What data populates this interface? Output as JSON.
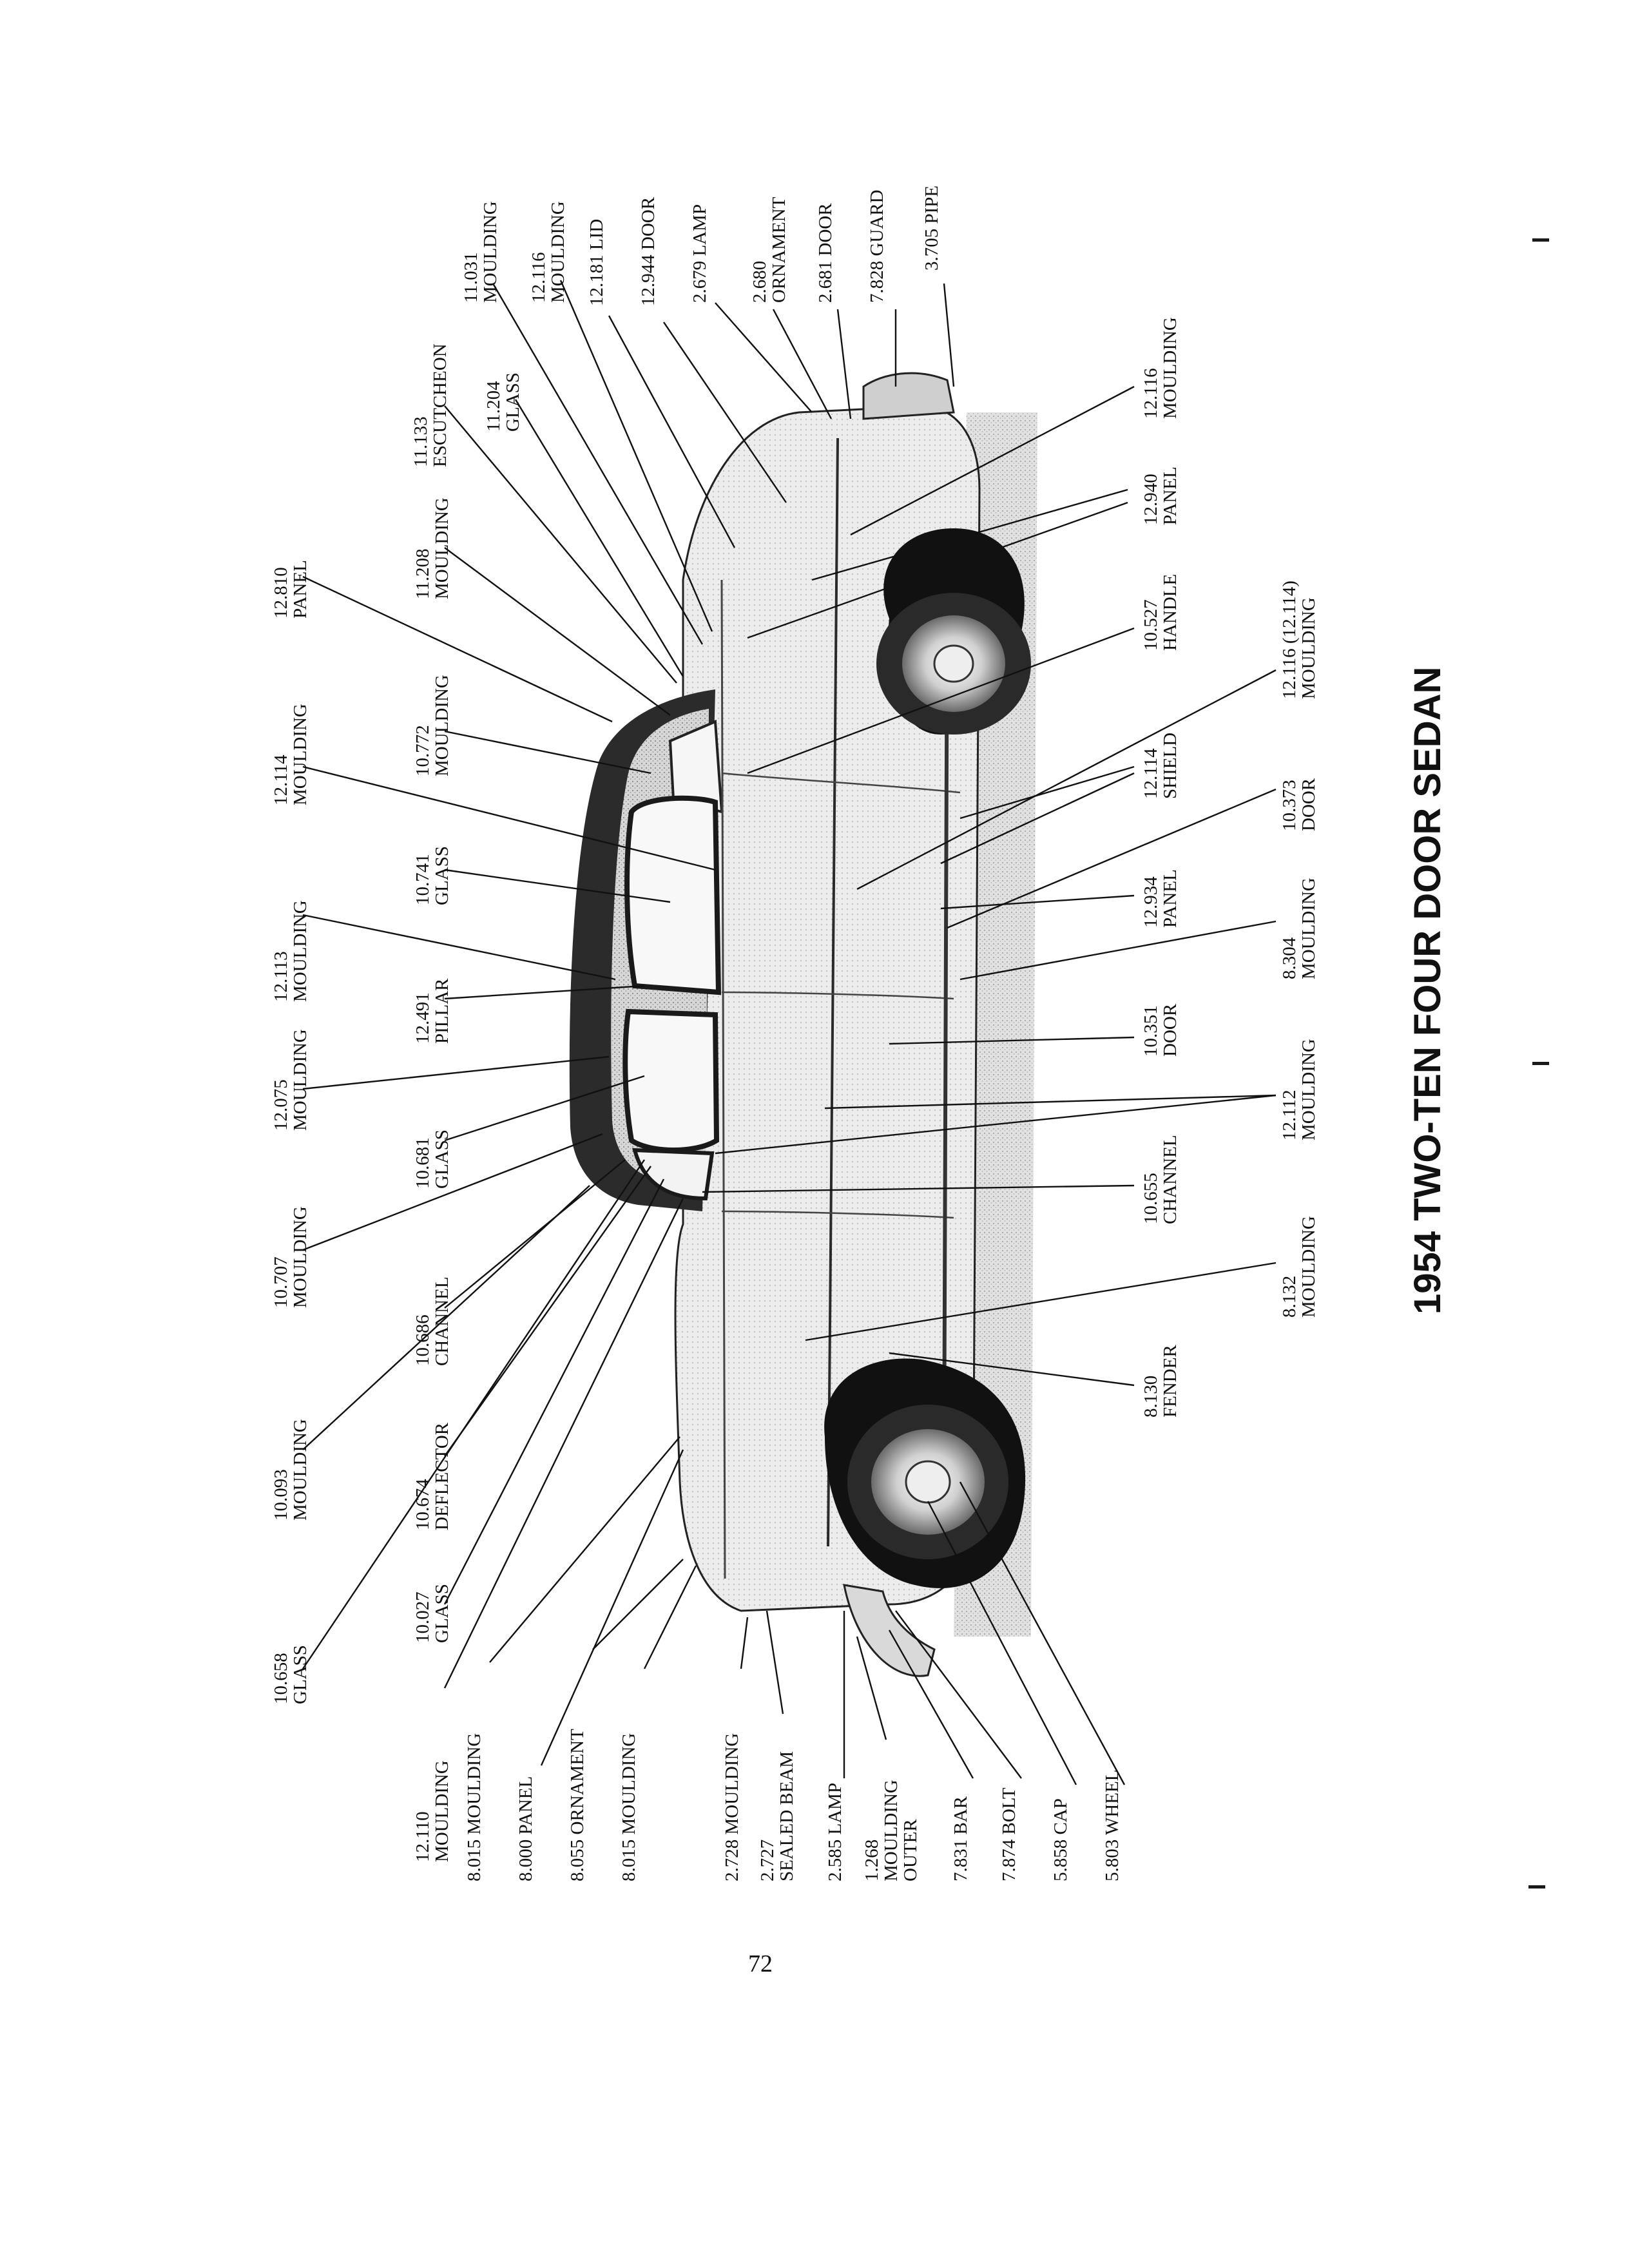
{
  "title": "1954 TWO-TEN FOUR DOOR SEDAN",
  "page_number": "72",
  "labels": {
    "l_12810": [
      "12.810",
      "PANEL"
    ],
    "l_12114a": [
      "12.114",
      "MOULDING"
    ],
    "l_12113": [
      "12.113",
      "MOULDING"
    ],
    "l_12075": [
      "12.075",
      "MOULDING"
    ],
    "l_10707": [
      "10.707",
      "MOULDING"
    ],
    "l_10093": [
      "10.093",
      "MOULDING"
    ],
    "l_10658": [
      "10.658",
      "GLASS"
    ],
    "l_11208": [
      "11.208",
      "MOULDING"
    ],
    "l_10772": [
      "10.772",
      "MOULDING"
    ],
    "l_10741": [
      "10.741",
      "GLASS"
    ],
    "l_12491": [
      "12.491",
      "PILLAR"
    ],
    "l_10681": [
      "10.681",
      "GLASS"
    ],
    "l_10686": [
      "10.686",
      "CHANNEL"
    ],
    "l_10674": [
      "10.674",
      "DEFLECTOR"
    ],
    "l_10027": [
      "10.027",
      "GLASS"
    ],
    "l_12110": [
      "12.110",
      "MOULDING"
    ],
    "l_11133": [
      "11.133",
      "ESCUTCHEON"
    ],
    "l_11204": [
      "11.204",
      "GLASS"
    ],
    "l_11031": [
      "11.031",
      "MOULDING"
    ],
    "l_12116a": [
      "12.116",
      "MOULDING"
    ],
    "l_12181": [
      "12.181 LID"
    ],
    "l_12944": [
      "12.944 DOOR"
    ],
    "l_2679": [
      "2.679 LAMP"
    ],
    "l_2680": [
      "2.680",
      "ORNAMENT"
    ],
    "l_2681": [
      "2.681 DOOR"
    ],
    "l_7828": [
      "7.828 GUARD"
    ],
    "l_3705": [
      "3.705 PIPE"
    ],
    "l_8015a": [
      "8.015 MOULDING"
    ],
    "l_8000": [
      "8.000 PANEL"
    ],
    "l_8055": [
      "8.055 ORNAMENT"
    ],
    "l_8015b": [
      "8.015 MOULDING"
    ],
    "l_2728": [
      "2.728 MOULDING"
    ],
    "l_2727": [
      "2.727",
      "SEALED BEAM"
    ],
    "l_2585": [
      "2.585 LAMP"
    ],
    "l_1268": [
      "1.268",
      "MOULDING",
      "OUTER"
    ],
    "l_7831": [
      "7.831 BAR"
    ],
    "l_7874": [
      "7.874 BOLT"
    ],
    "l_5858": [
      "5.858 CAP"
    ],
    "l_5803": [
      "5.803 WHEEL"
    ],
    "l_12116b": [
      "12.116",
      "MOULDING"
    ],
    "l_12940": [
      "12.940",
      "PANEL"
    ],
    "l_10527": [
      "10.527",
      "HANDLE"
    ],
    "l_12114b": [
      "12.114",
      "SHIELD"
    ],
    "l_12934": [
      "12.934",
      "PANEL"
    ],
    "l_10351": [
      "10.351",
      "DOOR"
    ],
    "l_10655": [
      "10.655",
      "CHANNEL"
    ],
    "l_8130": [
      "8.130",
      "FENDER"
    ],
    "l_12116c": [
      "12.116 (12.114)",
      "MOULDING"
    ],
    "l_10373": [
      "10.373",
      "DOOR"
    ],
    "l_8304": [
      "8.304",
      "MOULDING"
    ],
    "l_12112": [
      "12.112",
      "MOULDING"
    ],
    "l_8132": [
      "8.132",
      "MOULDING"
    ]
  }
}
